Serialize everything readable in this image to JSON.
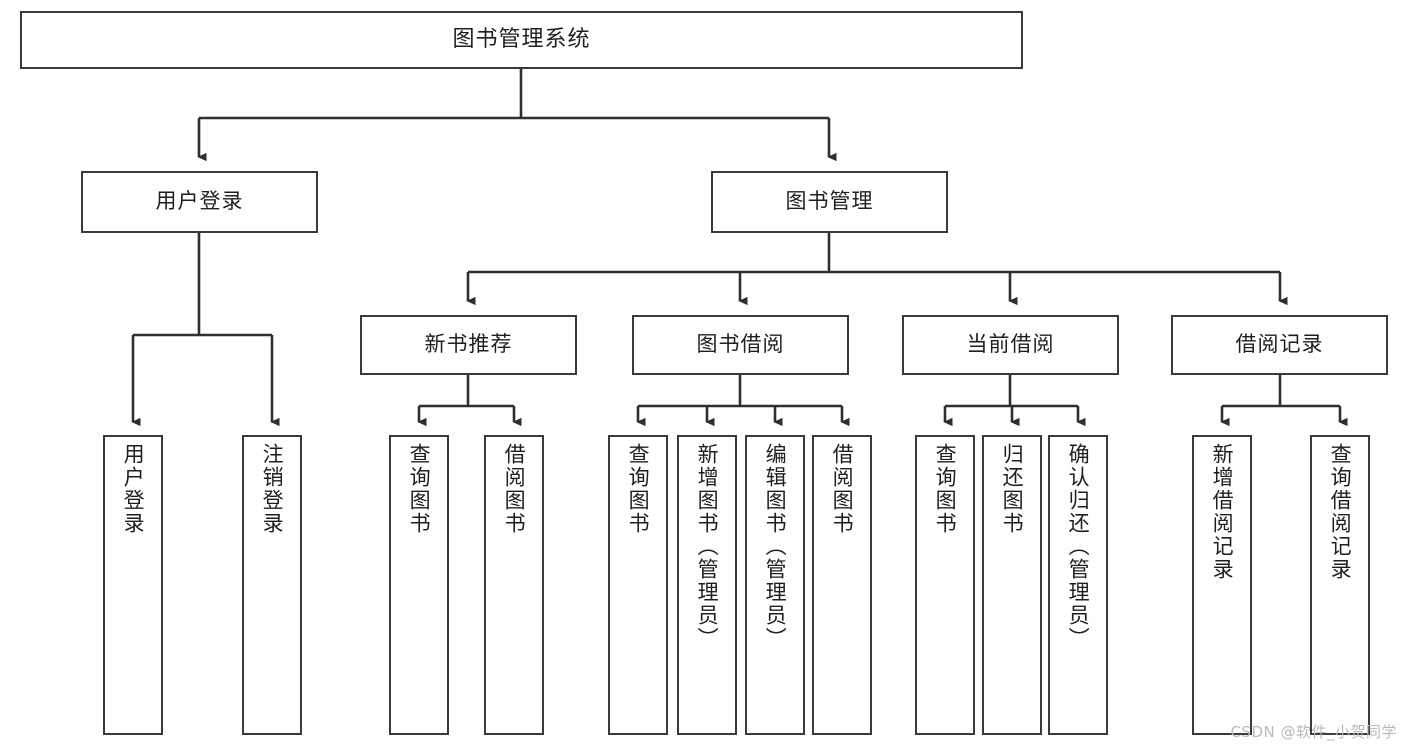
{
  "diagram": {
    "title": "图书管理系统",
    "type": "tree-hierarchy",
    "colors": {
      "box_border": "#3a3a3a",
      "box_fill": "#ffffff",
      "edge": "#2f2f2f",
      "text": "#1f1f1f",
      "watermark": "#b9b9b9"
    },
    "levels": {
      "level1": {
        "label": "图书管理系统"
      },
      "level2": [
        {
          "label": "用户登录"
        },
        {
          "label": "图书管理"
        }
      ],
      "level3": [
        {
          "label": "新书推荐"
        },
        {
          "label": "图书借阅"
        },
        {
          "label": "当前借阅"
        },
        {
          "label": "借阅记录"
        }
      ],
      "leaves": [
        {
          "label": "用户登录",
          "parent": "用户登录"
        },
        {
          "label": "注销登录",
          "parent": "用户登录"
        },
        {
          "label": "查询图书",
          "parent": "新书推荐"
        },
        {
          "label": "借阅图书",
          "parent": "新书推荐"
        },
        {
          "label": "查询图书",
          "parent": "图书借阅"
        },
        {
          "label": "新增图书（管理员）",
          "parent": "图书借阅"
        },
        {
          "label": "编辑图书（管理员）",
          "parent": "图书借阅"
        },
        {
          "label": "借阅图书",
          "parent": "图书借阅"
        },
        {
          "label": "查询图书",
          "parent": "当前借阅"
        },
        {
          "label": "归还图书",
          "parent": "当前借阅"
        },
        {
          "label": "确认归还（管理员）",
          "parent": "当前借阅"
        },
        {
          "label": "新增借阅记录",
          "parent": "借阅记录"
        },
        {
          "label": "查询借阅记录",
          "parent": "借阅记录"
        }
      ]
    }
  },
  "watermark": {
    "text": "CSDN @软件_小贺同学"
  }
}
